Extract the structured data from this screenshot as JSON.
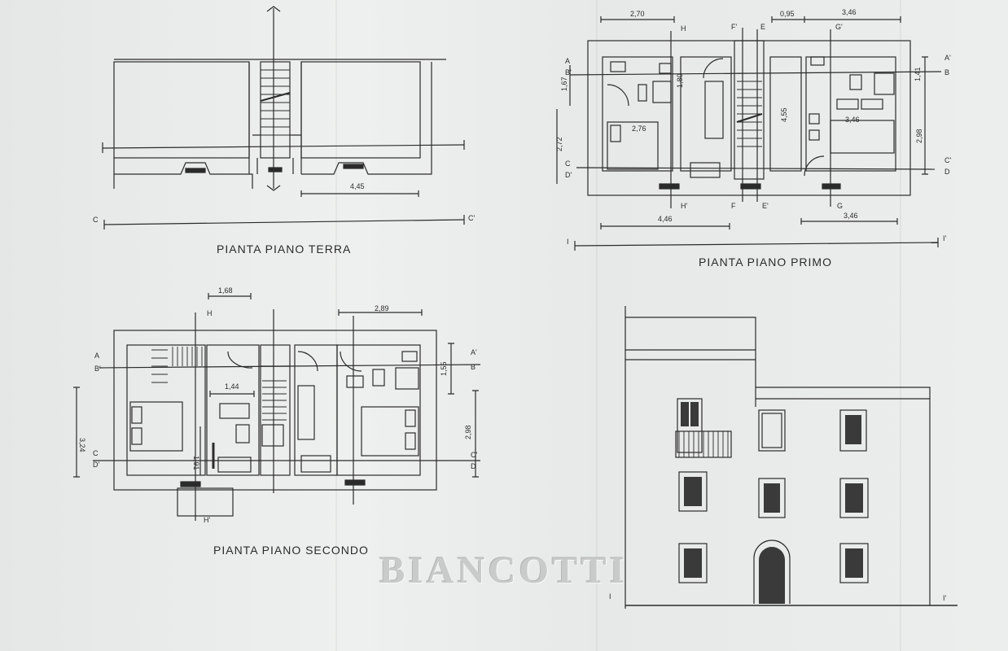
{
  "colors": {
    "paper": "#e9eceb",
    "ink": "#2b2b2b",
    "watermark": "#c9cbca"
  },
  "plans": {
    "terra": {
      "title": "PIANTA PIANO TERRA",
      "dims": [
        "4,45"
      ],
      "section_marks": [
        "C",
        "C'"
      ]
    },
    "primo": {
      "title": "PIANTA PIANO PRIMO",
      "dims": [
        "2,70",
        "0,95",
        "3,46",
        "1,80",
        "2,76",
        "4,55",
        "3,46",
        "1,41",
        "2,98",
        "1,67",
        "2,72",
        "4,46",
        "3,46"
      ],
      "section_marks": [
        "A",
        "A'",
        "B",
        "B'",
        "C",
        "C'",
        "D",
        "D'",
        "E",
        "E'",
        "F",
        "F'",
        "G",
        "G'",
        "H",
        "H'",
        "I",
        "I'"
      ]
    },
    "secondo": {
      "title": "PIANTA PIANO SECONDO",
      "dims": [
        "1,68",
        "2,89",
        "1,44",
        "1,55",
        "3,24",
        "1,91",
        "2,98"
      ],
      "section_marks": [
        "A",
        "A'",
        "B",
        "B'",
        "C",
        "C'",
        "D",
        "D'",
        "H",
        "H'"
      ]
    }
  },
  "elevation": {
    "marks": [
      "I",
      "I'"
    ]
  },
  "watermark": "BIANCOTTI"
}
